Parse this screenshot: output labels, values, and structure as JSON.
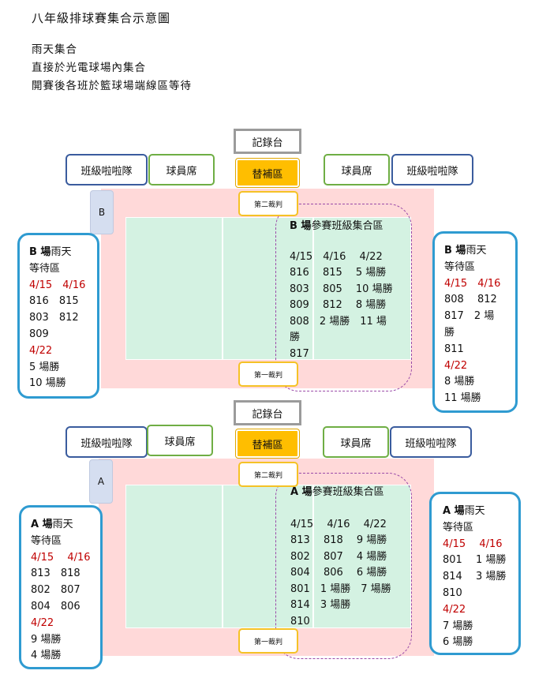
{
  "title": "八年級排球賽集合示意圖",
  "notes": [
    "雨天集合",
    "直接於光電球場內集合",
    "開賽後各班於籃球場端線區等待"
  ],
  "labels": {
    "record": "記錄台",
    "cheer": "班級啦啦隊",
    "seat": "球員席",
    "sub": "替補區",
    "ref2": "第二裁判",
    "ref1": "第一裁判"
  },
  "colors": {
    "zone": "#ffd9d9",
    "court": "#d4f2e2",
    "sub": "#ffbe00",
    "cheer_border": "#3a5c9e",
    "seat_border": "#6fae44",
    "ref_border": "#f5c226",
    "wait_border": "#2f9bd1",
    "date": "#c00000"
  },
  "courtB": {
    "tag": "B",
    "gather_bold": "B 場",
    "gather_rest": "參賽班級集合區",
    "lines": [
      "4/15　4/16　 4/22",
      "816　 815　 5 場勝",
      "803　 805　 10 場勝",
      "809　 812　 8 場勝",
      "808　2 場勝　11 場",
      "勝",
      "817"
    ],
    "left": {
      "head_bold": "B 場",
      "head_rest": "雨天",
      "sub": "等待區",
      "dates": "4/15　4/16",
      "l1": "816　815",
      "l2": "803　812",
      "l3": "809",
      "date2": "4/22",
      "l4": "5 場勝",
      "l5": "10 場勝"
    },
    "right": {
      "head_bold": "B 場",
      "head_rest": "雨天",
      "sub": "等待區",
      "dates": "4/15　4/16",
      "l1": "808　 812",
      "l2": "817　2 場",
      "l3": "勝",
      "l4": "811",
      "date2": "4/22",
      "l5": "8 場勝",
      "l6": "11 場勝"
    }
  },
  "courtA": {
    "tag": "A",
    "gather_bold": "A 場",
    "gather_rest": "參賽班級集合區",
    "lines": [
      "4/15　 4/16　 4/22",
      "813　 818　 9 場勝",
      "802　 807　 4 場勝",
      "804　 806　 6 場勝",
      "801　1 場勝　7 場勝",
      "814　3 場勝",
      "810"
    ],
    "left": {
      "head_bold": "A 場",
      "head_rest": "雨天",
      "sub": "等待區",
      "dates": "4/15　 4/16",
      "l1": "813　818",
      "l2": "802　807",
      "l3": "804　806",
      "date2": "4/22",
      "l4": "9 場勝",
      "l5": "4 場勝"
    },
    "right": {
      "head_bold": "A 場",
      "head_rest": "雨天",
      "sub": "等待區",
      "dates": "4/15　 4/16",
      "l1": "801　 1 場勝",
      "l2": "814　 3 場勝",
      "l3": "810",
      "date2": "4/22",
      "l4": "7 場勝",
      "l5": "6 場勝"
    }
  }
}
